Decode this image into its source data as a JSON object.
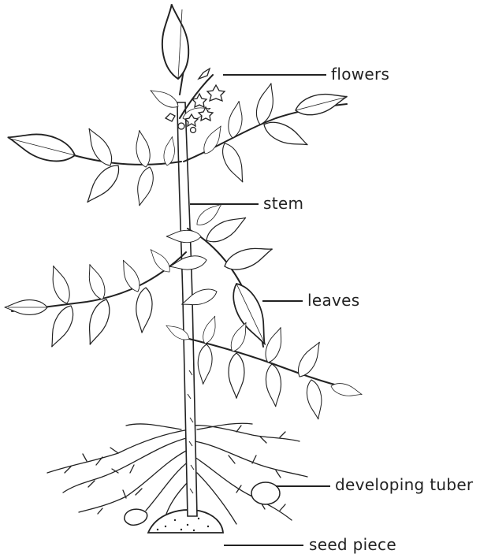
{
  "labels": {
    "flowers": "flowers",
    "stem": "stem",
    "leaves": "leaves",
    "developing_tuber": "developing tuber",
    "seed_piece": "seed piece"
  },
  "colors": {
    "ink": "#222222",
    "background": "#ffffff"
  }
}
